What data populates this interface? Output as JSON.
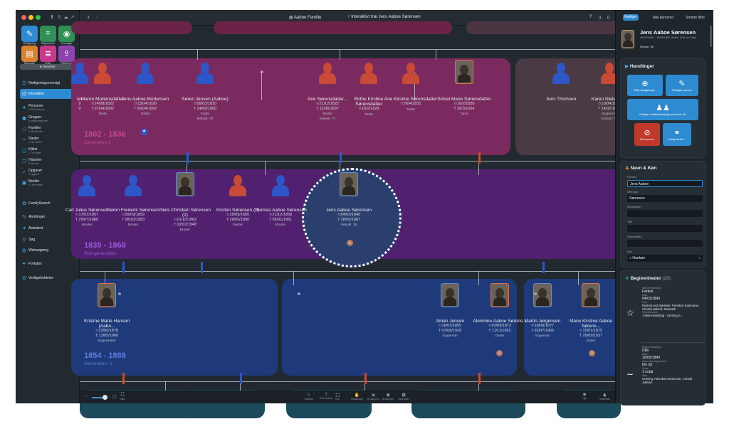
{
  "titlebar": {
    "file": "Aaboe Familie",
    "view": "Interaktivt træ Jens Aaboe Sørensen",
    "help": "?"
  },
  "right_tabs": [
    "Rediger",
    "Alle personer",
    "Smarte filtre"
  ],
  "sidebar": {
    "tools": [
      {
        "label": "Redigering",
        "icon": "pencil-icon",
        "color": "#2e8bd1"
      },
      {
        "label": "Diagrammer",
        "icon": "diagram-icon",
        "color": "#2f8f56"
      },
      {
        "label": "Oversigter",
        "icon": "eye-icon",
        "color": "#2f8f56"
      },
      {
        "label": "Rapporter",
        "icon": "report-icon",
        "color": "#d9822b"
      },
      {
        "label": "Lister",
        "icon": "list-icon",
        "color": "#c9388a"
      },
      {
        "label": "Publicering",
        "icon": "publish-icon",
        "color": "#8e44ad"
      }
    ],
    "favorites": "★ favoritter",
    "items": [
      {
        "label": "Redigeringsoversigt",
        "sub": "",
        "icon": "☰"
      },
      {
        "label": "Interaktivt",
        "sub": "",
        "icon": "⌬"
      },
      {
        "label": "Personer",
        "sub": "2.609 personer",
        "icon": "●"
      },
      {
        "label": "Grupper",
        "sub": "3 personergrupper",
        "icon": "⚉"
      },
      {
        "label": "Familier",
        "sub": "1.060 familier",
        "icon": "⚇"
      },
      {
        "label": "Steder",
        "sub": "1.222 steder",
        "icon": "⌖"
      },
      {
        "label": "Kilder",
        "sub": "1.744 kilder",
        "icon": "❏"
      },
      {
        "label": "Historier",
        "sub": "8 historier",
        "icon": "❐"
      },
      {
        "label": "Opgaver",
        "sub": "0 opgaver",
        "icon": "✓"
      },
      {
        "label": "Medier",
        "sub": "4.769 medier",
        "icon": "▣"
      },
      {
        "label": "FamilySearch",
        "sub": "",
        "icon": "✿"
      },
      {
        "label": "Ændringer",
        "sub": "",
        "icon": "✎"
      },
      {
        "label": "Assistent",
        "sub": "",
        "icon": "✦"
      },
      {
        "label": "Søg",
        "sub": "",
        "icon": "⚲"
      },
      {
        "label": "Websøgning",
        "sub": "",
        "icon": "◍"
      },
      {
        "label": "Forfatter",
        "sub": "",
        "icon": "✒"
      },
      {
        "label": "Vedligeholdelse",
        "sub": "",
        "icon": "⚙"
      }
    ]
  },
  "generations": [
    {
      "range": "1802 - 1836",
      "label": "Generation 1"
    },
    {
      "range": "1839 - 1868",
      "label": "Rod-generation"
    },
    {
      "range": "1854 - 1888",
      "label": "Generation -1"
    }
  ],
  "people": [
    {
      "name": "ter",
      "d1": "9",
      "d2": "0",
      "role": "",
      "g": "u"
    },
    {
      "name": "Maren Mortensdatter",
      "d1": "✩24/08/1822",
      "d2": "† 07/04/1892",
      "role": "Tante",
      "g": "f"
    },
    {
      "name": "Jens Aaboe Mortensen",
      "d1": "✩13/04/1826",
      "d2": "† 06/04/1892",
      "role": "Onkel",
      "g": "m"
    },
    {
      "name": "Søren Jensen (Aaboe)",
      "d1": "✩09/03/1810",
      "d2": "† 14/06/1900",
      "role": "Fader",
      "extra": "Kekulé: 76",
      "g": "m"
    },
    {
      "name": "Ane Sørensdatter...",
      "d1": "✩21/12/1822",
      "d2": "† 11/08/1897",
      "role": "Moder",
      "extra": "Kekulé: 77",
      "g": "f"
    },
    {
      "name": "Birthe Kirstine Sørensdatter",
      "d1": "✩16/2/1829",
      "d2": "",
      "role": "Tante",
      "g": "f"
    },
    {
      "name": "Ane Kirstine Sørensdatter",
      "d1": "✩26/4/1831",
      "d2": "",
      "role": "Tante",
      "g": "f"
    },
    {
      "name": "Sidsel Marie Sørensdatter",
      "d1": "✩10/2/1836",
      "d2": "† 30/3/1934",
      "role": "Tante",
      "g": "f"
    },
    {
      "name": "Jens Thomsen",
      "d1": "",
      "d2": "",
      "role": "",
      "g": "m"
    },
    {
      "name": "Karen Nielsdatter",
      "d1": "✩10/04/1814",
      "d2": "† 24/02/1889",
      "role": "Svigermor",
      "extra": "Kekulé: 79",
      "g": "f"
    },
    {
      "name": "Carl Julius Sørensen",
      "d1": "✩17/01/1857",
      "d2": "† 25/07/1880",
      "role": "Broder",
      "g": "m"
    },
    {
      "name": "Søren Frederik Sørensen",
      "d1": "✩29/09/1859",
      "d2": "† 08/10/1953",
      "role": "Broder",
      "g": "m"
    },
    {
      "name": "Niels Christian Sørensen (2)",
      "d1": "✩01/10/1862",
      "d2": "† 02/07/1948",
      "role": "Broder",
      "g": "m"
    },
    {
      "name": "Kirsten Sørensen (2)",
      "d1": "✩25/09/1865",
      "d2": "† 26/09/1890",
      "role": "Søster",
      "g": "f"
    },
    {
      "name": "Thomas Aaboe Sørensen",
      "d1": "✩21/12/1868",
      "d2": "† 06/01/1951",
      "role": "Broder",
      "g": "m"
    },
    {
      "name": "Jens Aaboe Sørensen",
      "d1": "✩04/03/1840",
      "d2": "† 18/05/1887",
      "role": "",
      "extra": "Kekulé: 38",
      "g": "m"
    },
    {
      "name": "Kristine Marie Hansen (Aabo...",
      "d1": "✩23/06/1878",
      "d2": "† 13/05/1960",
      "role": "Svigerdatter",
      "g": "f"
    },
    {
      "name": "Johan Jensen",
      "d1": "✩16/01/1855",
      "d2": "† 07/08/1929",
      "role": "Svigersøn",
      "g": "m"
    },
    {
      "name": "Alexmine Aaboe Sørens...",
      "d1": "✩03/09/1872",
      "d2": "† 11/11/1952",
      "role": "Datter",
      "g": "f"
    },
    {
      "name": "Martin Jørgensen",
      "d1": "✩18/06/1877",
      "d2": "† 02/07/1965",
      "role": "Svigersøn",
      "g": "m"
    },
    {
      "name": "Marie Kirstine Aaboe Sørens...",
      "d1": "✩15/01/1875",
      "d2": "† 26/09/1937",
      "role": "Datter",
      "g": "f"
    }
  ],
  "bottombar": {
    "left": [
      "Titles"
    ],
    "center": [
      "Trækitta",
      "Påmindelse",
      "Kort",
      "Handlinger",
      "Ny søgning",
      "Ændringer",
      "Oversigter"
    ],
    "right": [
      "Hjlp",
      "Indstrede"
    ]
  },
  "profile": {
    "name": "Jens Aaboe Sørensen",
    "sub": "04/03/1840 – 18/05/1887 (Alder: 47år 1m 15d)",
    "kekule": "Kekulé: 38"
  },
  "actions": {
    "title": "Handlinger",
    "buttons": [
      "Tilføj slægtninge...",
      "Rediger person",
      "Rediger indflydelsesrige personer (4)",
      "Slet person",
      "Vælg familie..."
    ]
  },
  "name_sex": {
    "title": "Navn & Køn",
    "fields": [
      {
        "label": "Fornavn",
        "value": "Jens Aaboe"
      },
      {
        "label": "Efternavn",
        "value": "Sørensen"
      },
      {
        "label": "Mellemnavn",
        "value": ""
      },
      {
        "label": "Titel",
        "value": ""
      },
      {
        "label": "Navnesuffiks",
        "value": ""
      }
    ],
    "sex_label": "Køn",
    "sex_value": "Hankøn"
  },
  "events": {
    "title": "Begivenheder",
    "count": "(20)",
    "items": [
      {
        "type_label": "Begivenhedstype",
        "type": "Fødsel",
        "date_label": "Dato",
        "date": "04/03/1840",
        "place_label": "Sted",
        "place": "Rysholt ved Stærkær; Favrskov Kommune, Central Jutland, Danmark",
        "src_label": "Kildecitationer",
        "src": "1 kilde (Kirkebog - Gerning S..."
      },
      {
        "type_label": "Begivenhedstype",
        "type": "Dåb",
        "date_label": "Dato",
        "date": "10/05/1840",
        "age_label": "Alder ved begivenhed",
        "age": "6m 2d",
        "note_label": "Noter",
        "note": "1 notat",
        "place_label": "Sted",
        "place": "Gerning, Favrskov Kommune, Central Jutland,"
      }
    ]
  }
}
